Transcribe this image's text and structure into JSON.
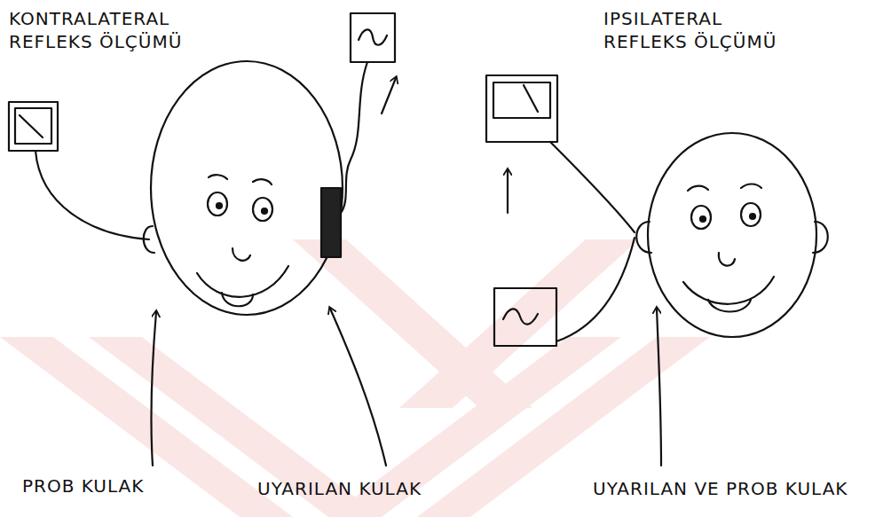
{
  "diagram": {
    "labels": [
      "KONTRALATERAL REFLEKS ÖLÇÜMÜ",
      "IPSILATERAL REFLEKS ÖLÇÜMÜ",
      "PROB KULAK",
      "UYARILAN KULAK",
      "UYARILAN VE PROB KULAK"
    ]
  }
}
